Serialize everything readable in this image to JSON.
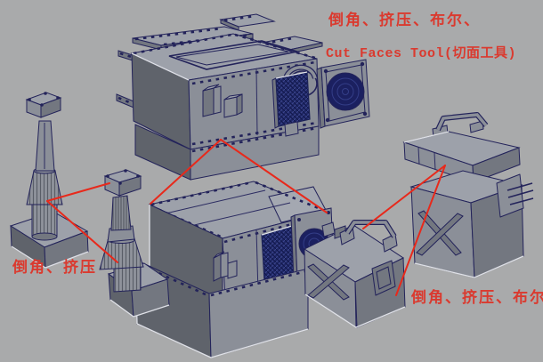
{
  "annotations": {
    "exploded_machine": {
      "line1": "倒角、挤压、布尔、",
      "line2": "Cut Faces Tool(切面工具)"
    },
    "pillars": {
      "label": "倒角、挤压"
    },
    "toolbox": {
      "label": "倒角、挤压、布尔"
    }
  },
  "scene": {
    "objects": [
      "exploded-machine",
      "assembled-machine",
      "pillar-left",
      "pillar-center",
      "ammo-crate",
      "toolbox-stack"
    ]
  },
  "colors": {
    "viewport_background": "#a9aaab",
    "annotation_red": "#da3a2f",
    "leader_line_red": "#e8291b",
    "model_top": "#9da1aa",
    "model_front": "#8b8f98",
    "model_side": "#737780",
    "model_dark": "#5f636b",
    "wireframe_navy": "#23235a",
    "mesh_panel_blue": "#202866",
    "fan_blue": "#1b2060"
  }
}
